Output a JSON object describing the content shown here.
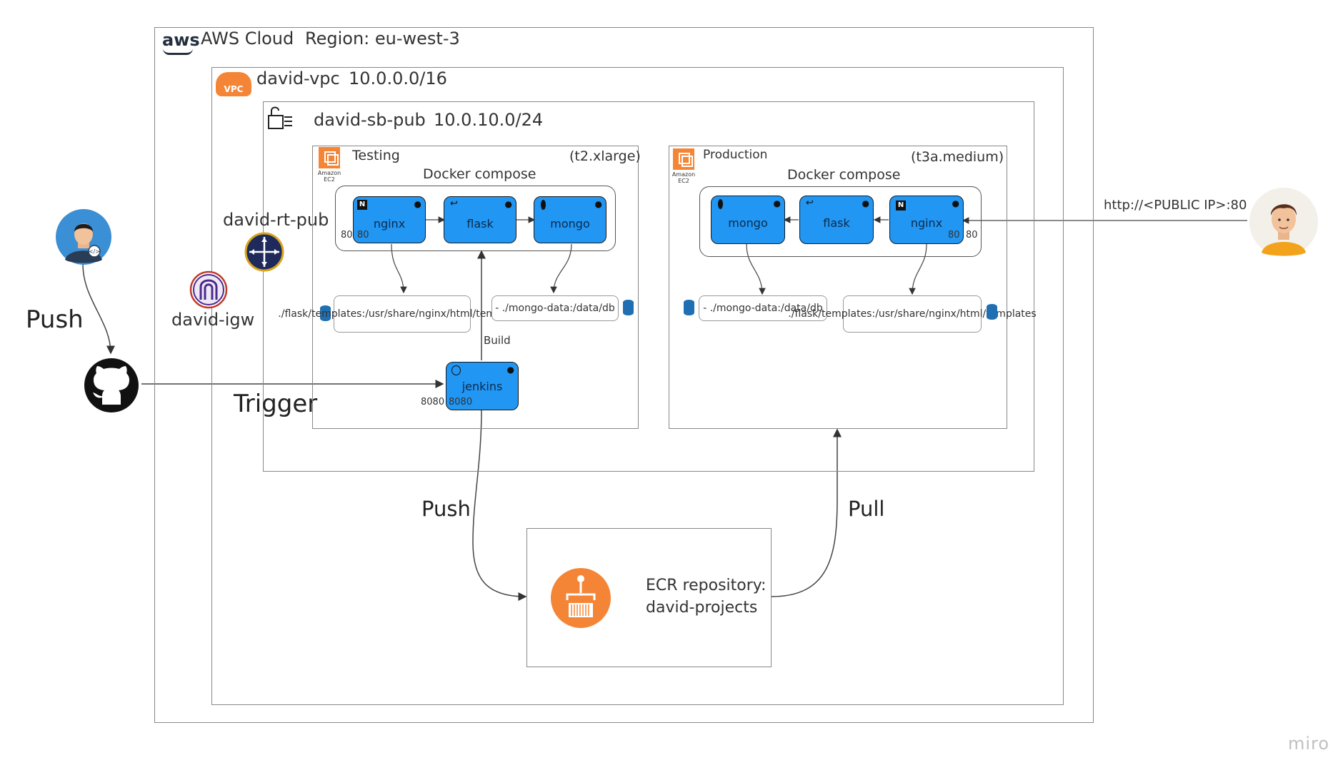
{
  "aws": {
    "logo": "aws",
    "cloud_label": "AWS Cloud",
    "region": "Region: eu-west-3"
  },
  "vpc": {
    "icon_text": "VPC",
    "name": "david-vpc",
    "cidr": "10.0.0.0/16"
  },
  "subnet": {
    "name": "david-sb-pub",
    "cidr": "10.0.10.0/24"
  },
  "rt": {
    "name": "david-rt-pub"
  },
  "igw": {
    "name": "david-igw"
  },
  "testing": {
    "ec2_small": "Amazon EC2",
    "title": "Testing",
    "instance": "(t2.xlarge)",
    "compose": "Docker compose",
    "services": [
      {
        "name": "nginx"
      },
      {
        "name": "flask"
      },
      {
        "name": "mongo"
      }
    ],
    "port_left": "80",
    "port_right": "80",
    "vol_nginx": "./flask/templates:/usr/share/nginx/html/templates",
    "vol_mongo": "- ./mongo-data:/data/db",
    "build": "Build",
    "jenkins": "jenkins",
    "jenkins_port_left": "8080",
    "jenkins_port_right": "8080"
  },
  "production": {
    "ec2_small": "Amazon EC2",
    "title": "Production",
    "instance": "(t3a.medium)",
    "compose": "Docker compose",
    "services": [
      {
        "name": "mongo"
      },
      {
        "name": "flask"
      },
      {
        "name": "nginx"
      }
    ],
    "port_left": "80",
    "port_right": "80",
    "vol_mongo": "- ./mongo-data:/data/db",
    "vol_nginx": "./flask/templates:/usr/share/nginx/html/templates"
  },
  "left": {
    "push": "Push",
    "trigger": "Trigger"
  },
  "ecr": {
    "push": "Push",
    "pull": "Pull",
    "line1": "ECR repository:",
    "line2": "david-projects"
  },
  "user": {
    "url": "http://<PUBLIC IP>:80"
  },
  "watermark": "miro",
  "colors": {
    "service": "#2196f3",
    "aws_orange": "#f58536",
    "igw_purple": "#4b2a8c",
    "router_navy": "#1f2a5c"
  }
}
